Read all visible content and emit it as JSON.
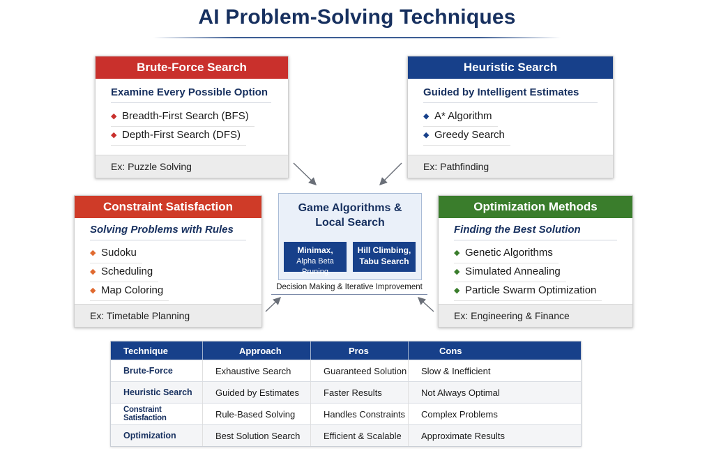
{
  "title": "AI Problem-Solving Techniques",
  "colors": {
    "red": "#c9302c",
    "blue": "#17408a",
    "orange_red": "#cf3b28",
    "green": "#3a7d2c",
    "navy_text": "#17305f"
  },
  "cards": {
    "brute_force": {
      "header": "Brute-Force Search",
      "subtitle": "Examine Every Possible Option",
      "items": [
        "Breadth-First Search (BFS)",
        "Depth-First Search (DFS)"
      ],
      "footer": "Ex: Puzzle Solving"
    },
    "heuristic": {
      "header": "Heuristic Search",
      "subtitle": "Guided by Intelligent Estimates",
      "items": [
        "A* Algorithm",
        "Greedy Search"
      ],
      "footer": "Ex: Pathfinding"
    },
    "constraint": {
      "header": "Constraint Satisfaction",
      "subtitle": "Solving Problems with Rules",
      "items": [
        "Sudoku",
        "Scheduling",
        "Map Coloring"
      ],
      "footer": "Ex: Timetable Planning"
    },
    "optimization": {
      "header": "Optimization Methods",
      "subtitle": "Finding the Best Solution",
      "items": [
        "Genetic Algorithms",
        "Simulated Annealing",
        "Particle Swarm Optimization"
      ],
      "footer": "Ex: Engineering & Finance"
    }
  },
  "center": {
    "title_line1": "Game Algorithms &",
    "title_line2": "Local Search",
    "left_box_line1": "Minimax,",
    "left_box_line2": "Alpha Beta Pruning",
    "right_box_line1": "Hill Climbing,",
    "right_box_line2": "Tabu Search",
    "caption": "Decision Making & Iterative Improvement"
  },
  "table": {
    "headers": [
      "Technique",
      "Approach",
      "Pros",
      "Cons"
    ],
    "rows": [
      [
        "Brute-Force",
        "Exhaustive Search",
        "Guaranteed Solution",
        "Slow & Inefficient"
      ],
      [
        "Heuristic Search",
        "Guided by Estimates",
        "Faster Results",
        "Not Always Optimal"
      ],
      [
        "Constraint Satisfaction",
        "Rule-Based Solving",
        "Handles Constraints",
        "Complex Problems"
      ],
      [
        "Optimization",
        "Best Solution Search",
        "Efficient & Scalable",
        "Approximate Results"
      ]
    ]
  }
}
